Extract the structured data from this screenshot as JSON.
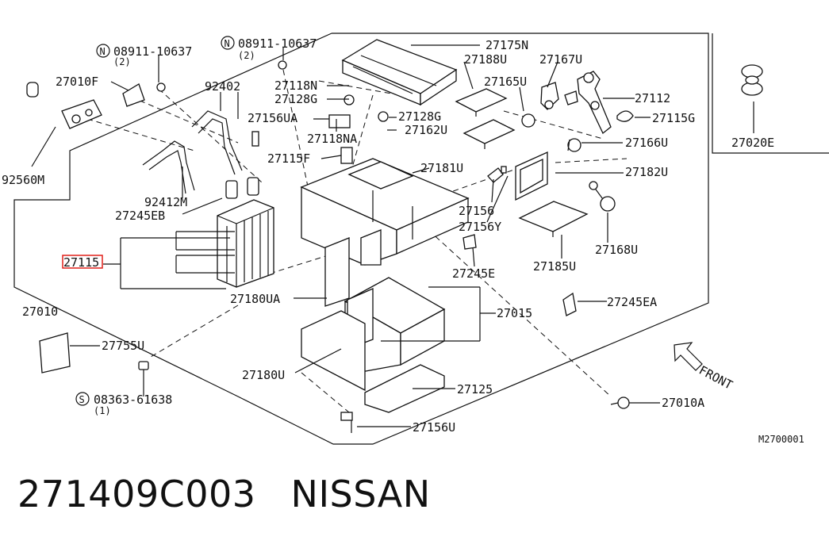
{
  "diagram_code": "M2700001",
  "footer": {
    "part_number": "271409C003",
    "brand": "NISSAN"
  },
  "direction_label": "FRONT",
  "highlight_color": "#e0201a",
  "bolts": [
    {
      "id": "n1",
      "code": "08911-10637",
      "qty": "(2)",
      "symbol": "N"
    },
    {
      "id": "n2",
      "code": "08911-10637",
      "qty": "(2)",
      "symbol": "N"
    },
    {
      "id": "s1",
      "code": "08363-61638",
      "qty": "(1)",
      "symbol": "S"
    }
  ],
  "labels": {
    "27175N": "27175N",
    "27188U": "27188U",
    "27167U": "27167U",
    "27010F": "27010F",
    "92402": "92402",
    "27118N": "27118N",
    "27128G_a": "27128G",
    "27165U": "27165U",
    "27112": "27112",
    "27115G": "27115G",
    "27156UA": "27156UA",
    "27128G_b": "27128G",
    "27162U": "27162U",
    "27118NA": "27118NA",
    "27166U": "27166U",
    "27115F": "27115F",
    "27181U": "27181U",
    "27182U": "27182U",
    "92560M": "92560M",
    "92412M": "92412M",
    "27156": "27156",
    "27245EB": "27245EB",
    "27156Y": "27156Y",
    "27168U": "27168U",
    "27115_hl": "27115",
    "27185U": "27185U",
    "27245E": "27245E",
    "27020E": "27020E",
    "27010": "27010",
    "27180UA": "27180UA",
    "27245EA": "27245EA",
    "27015": "27015",
    "27755U": "27755U",
    "27180U": "27180U",
    "27125": "27125",
    "27010A": "27010A",
    "27156U": "27156U"
  }
}
